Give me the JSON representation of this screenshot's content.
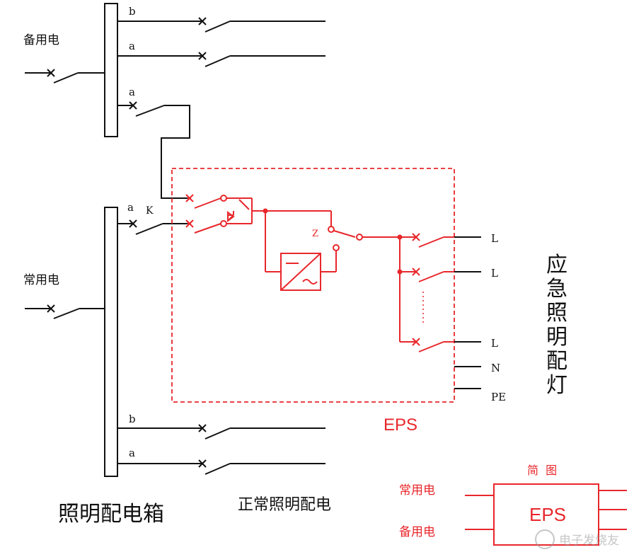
{
  "labels": {
    "backup_power": "备用电",
    "normal_power": "常用电",
    "bus_top_b": "b",
    "bus_top_a1": "a",
    "bus_top_a2": "a",
    "bus_bot_a_k": "a",
    "k": "K",
    "bus_bot_b": "b",
    "bus_bot_a": "a",
    "z": "Z",
    "out_l1": "L",
    "out_l2": "L",
    "out_l3": "L",
    "out_n": "N",
    "out_pe": "PE",
    "eps": "EPS",
    "emergency_vertical": [
      "应",
      "急",
      "照",
      "明",
      "配",
      "灯"
    ],
    "box_label": "照明配电箱",
    "normal_lighting": "正常照明配电",
    "simplified": "简  图",
    "simp_normal": "常用电",
    "simp_backup": "备用电",
    "simp_eps": "EPS",
    "watermark": "电子发烧友"
  },
  "colors": {
    "line": "#111111",
    "eps_red": "#e8272b",
    "watermark": "#b0b0b0"
  }
}
